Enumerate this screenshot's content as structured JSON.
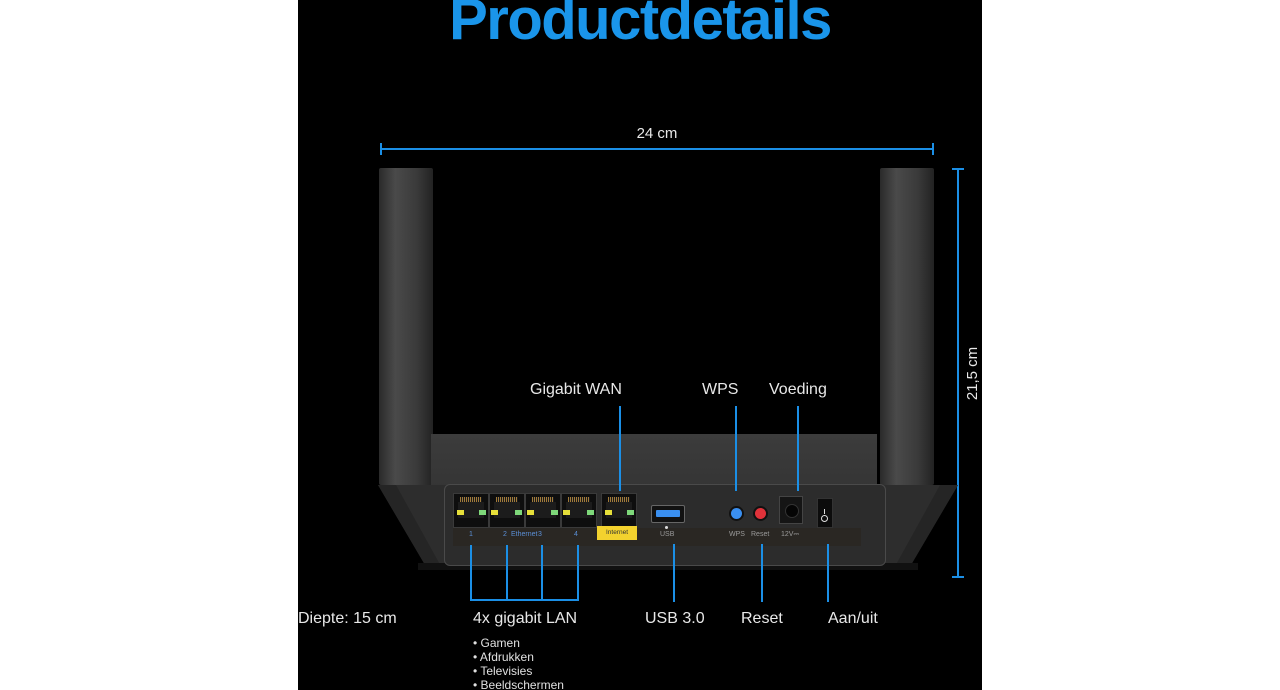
{
  "title": "Productdetails",
  "dimensions": {
    "width": "24 cm",
    "height": "21,5 cm",
    "depth": "Diepte: 15 cm"
  },
  "callouts_top": {
    "wan": "Gigabit WAN",
    "wps": "WPS",
    "power": "Voeding"
  },
  "callouts_bottom": {
    "lan": "4x gigabit LAN",
    "usb": "USB 3.0",
    "reset": "Reset",
    "onoff": "Aan/uit"
  },
  "lan_uses": [
    "• Gamen",
    "• Afdrukken",
    "• Televisies",
    "• Beeldschermen"
  ],
  "device_labels": {
    "port1": "1",
    "port2": "2",
    "ethernet": "Ethernet",
    "port3": "3",
    "port4": "4",
    "internet": "Internet",
    "usb": "USB",
    "wps": "WPS",
    "reset": "Reset",
    "power": "12V⎓"
  },
  "colors": {
    "accent": "#1a95ea",
    "internet_label": "#f3d22e",
    "wps_button": "#3a8ff0",
    "reset_button": "#e0323a"
  }
}
